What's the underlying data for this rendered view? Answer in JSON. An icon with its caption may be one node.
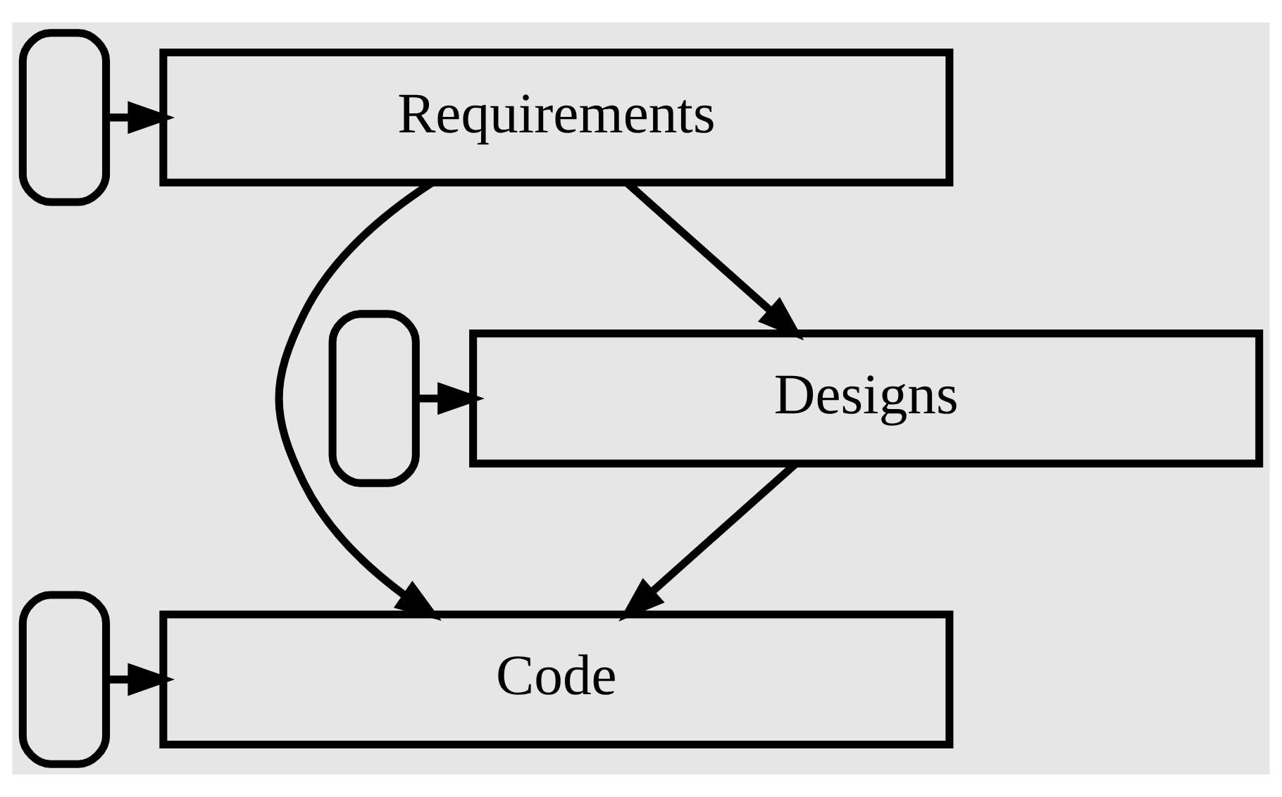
{
  "diagram": {
    "nodes": [
      {
        "text": [
          "Requirements"
        ]
      },
      {
        "text": [],
        "shape": "box"
      },
      {
        "text": [
          "Designs"
        ]
      },
      {
        "text": [],
        "shape": "box"
      },
      {
        "text": [
          "Code"
        ]
      },
      {
        "text": [],
        "shape": "box"
      }
    ],
    "edges": [
      {
        "from": 1,
        "to": 0,
        "arrow": "to"
      },
      {
        "from": 3,
        "to": 2,
        "arrow": "to"
      },
      {
        "from": 5,
        "to": 4,
        "arrow": "to"
      },
      {
        "from": 0,
        "to": 2,
        "arrow": "to"
      },
      {
        "from": 0,
        "to": 4,
        "arrow": "to"
      },
      {
        "from": 2,
        "to": 4,
        "arrow": "to"
      }
    ]
  }
}
